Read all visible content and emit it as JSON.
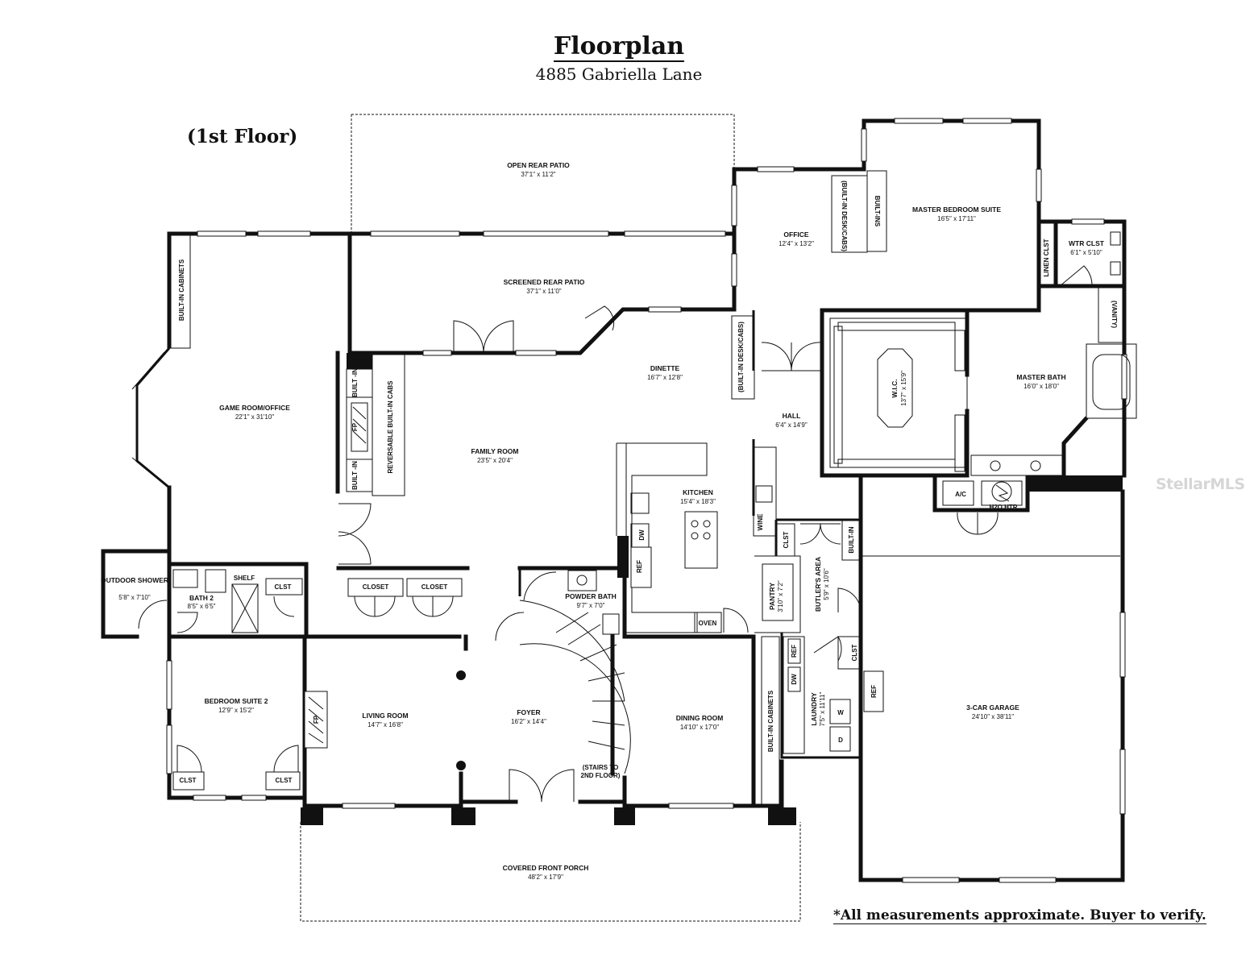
{
  "header": {
    "title": "Floorplan",
    "address": "4885 Gabriella Lane"
  },
  "floor_label": "(1st Floor)",
  "disclaimer": "*All measurements approximate. Buyer to verify.",
  "watermark": "StellarMLS",
  "rooms": {
    "open_rear_patio": {
      "name": "OPEN REAR PATIO",
      "dims": "37'1\" x 11'2\""
    },
    "screened_rear_patio": {
      "name": "SCREENED REAR PATIO",
      "dims": "37'1\" x 11'0\""
    },
    "office": {
      "name": "OFFICE",
      "dims": "12'4\" x 13'2\""
    },
    "master_bedroom": {
      "name": "MASTER BEDROOM SUITE",
      "dims": "16'5\" x 17'11\""
    },
    "wtr_clst": {
      "name": "WTR CLST",
      "dims": "6'1\" x 5'10\""
    },
    "game_room": {
      "name": "GAME ROOM/OFFICE",
      "dims": "22'1\" x 31'10\""
    },
    "dinette": {
      "name": "DINETTE",
      "dims": "16'7\" x 12'8\""
    },
    "family_room": {
      "name": "FAMILY ROOM",
      "dims": "23'5\" x 20'4\""
    },
    "hall": {
      "name": "HALL",
      "dims": "6'4\" x 14'9\""
    },
    "wic": {
      "name": "W.I.C.",
      "dims": "13'7\" x 15'9\""
    },
    "master_bath": {
      "name": "MASTER BATH",
      "dims": "16'0\" x 18'0\""
    },
    "kitchen": {
      "name": "KITCHEN",
      "dims": "15'4\" x 18'3\""
    },
    "outdoor_shower": {
      "name": "OUTDOOR SHOWER",
      "dims": "5'8\" x 7'10\""
    },
    "bath2": {
      "name": "BATH 2",
      "dims": "8'5\" x 6'5\""
    },
    "powder_bath": {
      "name": "POWDER BATH",
      "dims": "9'7\" x 7'0\""
    },
    "pantry": {
      "name": "PANTRY",
      "dims": "3'10\" x 7'2\""
    },
    "butlers_area": {
      "name": "BUTLER'S AREA",
      "dims": "5'9\" x 10'6\""
    },
    "bedroom2": {
      "name": "BEDROOM SUITE 2",
      "dims": "12'9\" x 15'2\""
    },
    "living_room": {
      "name": "LIVING ROOM",
      "dims": "14'7\" x 16'8\""
    },
    "foyer": {
      "name": "FOYER",
      "dims": "16'2\" x 14'4\""
    },
    "dining_room": {
      "name": "DINING ROOM",
      "dims": "14'10\" x 17'0\""
    },
    "laundry": {
      "name": "LAUNDRY",
      "dims": "7'5\" x 11'11\""
    },
    "garage": {
      "name": "3-CAR GARAGE",
      "dims": "24'10\" x 38'11\""
    },
    "front_porch": {
      "name": "COVERED FRONT PORCH",
      "dims": "48'2\" x 17'9\""
    }
  },
  "labels": {
    "built_in_cabinets_game": "BUILT-IN CABINETS",
    "built_in_desk_office": "(BUILT-IN DESK/CABS)",
    "built_ins_master": "BUILT-INS",
    "linen_clst": "LINEN CLST",
    "vanity": "(VANITY)",
    "built_in_desk_dinette": "(BUILT-IN DESK/CABS)",
    "built_in_top": "BUILT -IN",
    "built_in_bottom": "BUILT -IN",
    "fp": "FP",
    "reversable_cabs": "REVERSABLE BUILT-IN CABS",
    "dw_kitchen": "DW",
    "ref_kitchen": "REF",
    "oven": "OVEN",
    "wine": "WINE",
    "clst_butler": "CLST",
    "built_in_butler": "BUILT-IN",
    "ac": "A/C",
    "h2o_htr": "H2O HTR",
    "closet_1": "CLOSET",
    "closet_2": "CLOSET",
    "shelf": "SHELF",
    "clst_bath2": "CLST",
    "ref_laundry": "REF",
    "dw_laundry": "DW",
    "clst_laundry": "CLST",
    "ref_garage": "REF",
    "washer": "W",
    "dryer": "D",
    "built_in_cabinets_dining": "BUILT-IN CABINETS",
    "stairs": "(STAIRS TO",
    "stairs2": "2ND FLOOR)",
    "fp_living": "FP",
    "clst_bed_left": "CLST",
    "clst_bed_right": "CLST"
  }
}
